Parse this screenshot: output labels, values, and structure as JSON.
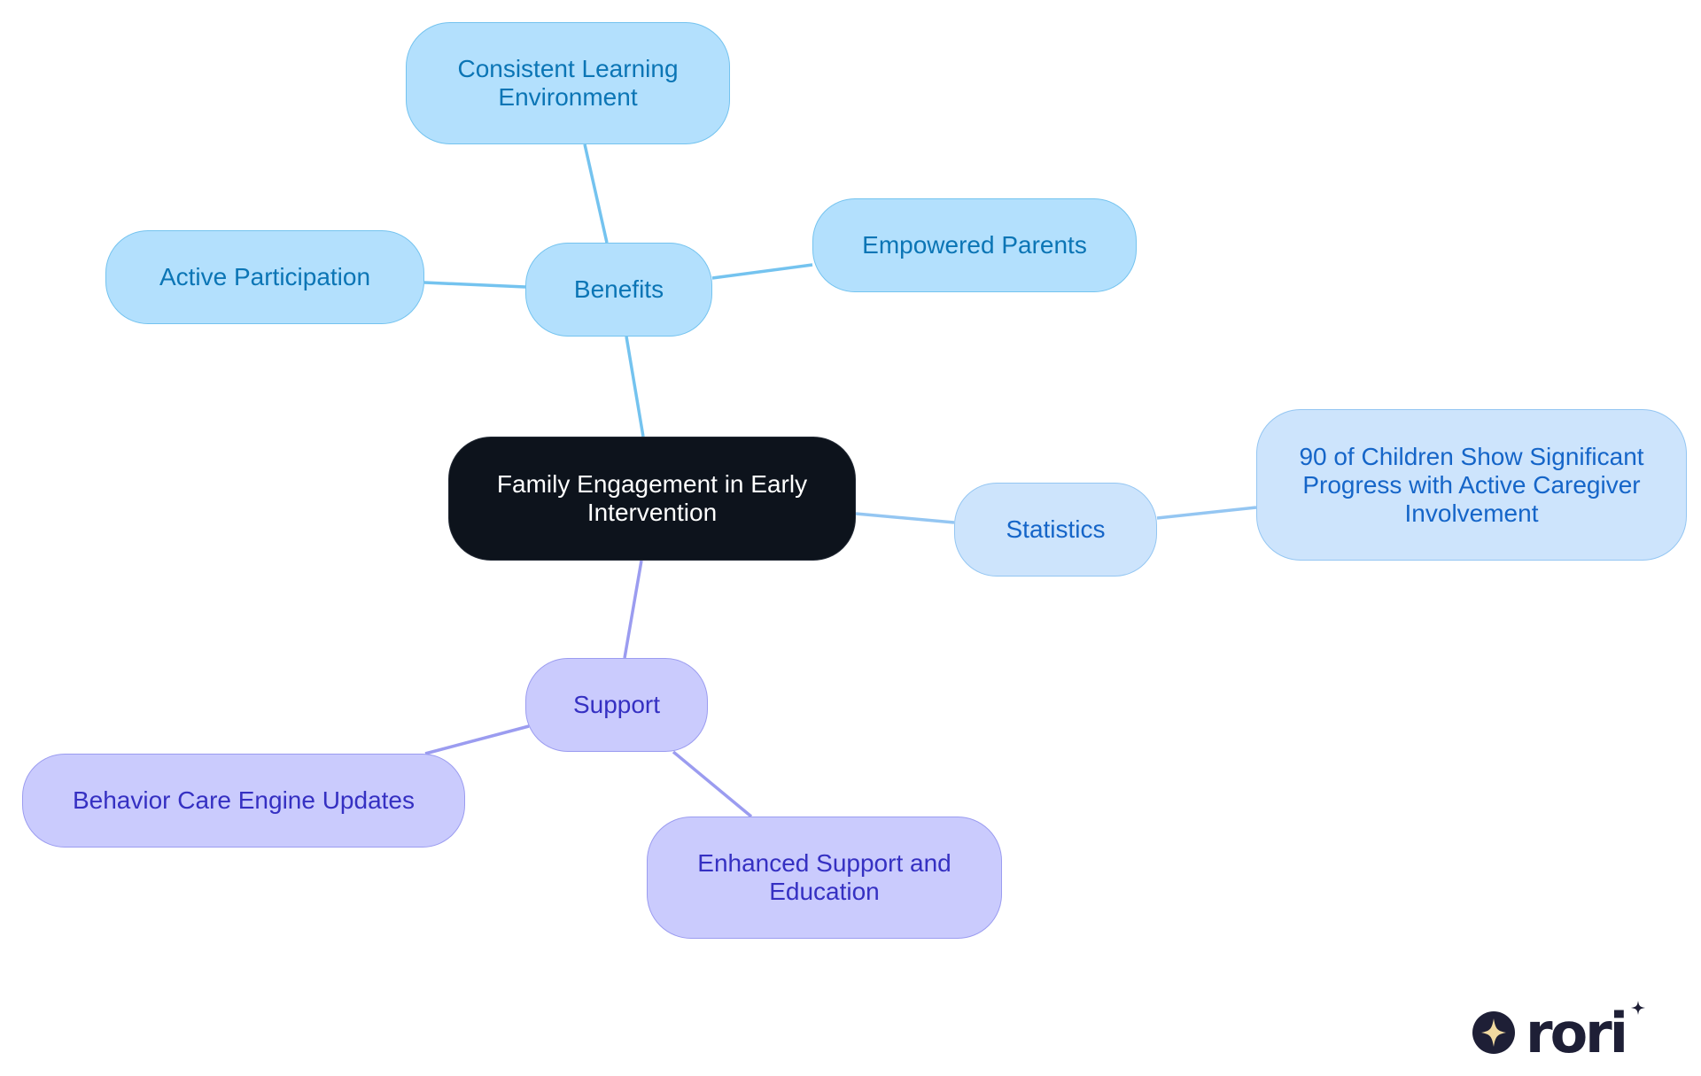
{
  "diagram": {
    "type": "mind-map",
    "root": {
      "label": "Family Engagement in Early Intervention"
    },
    "branches": [
      {
        "label": "Benefits",
        "children": [
          "Consistent Learning Environment",
          "Active Participation",
          "Empowered Parents"
        ]
      },
      {
        "label": "Statistics",
        "children": [
          "90 of Children Show Significant Progress with Active Caregiver Involvement"
        ]
      },
      {
        "label": "Support",
        "children": [
          "Behavior Care Engine Updates",
          "Enhanced Support and Education"
        ]
      }
    ],
    "colors": {
      "root_fill": "#0d131c",
      "root_text": "#ffffff",
      "benefits_fill": "#b3e0fd",
      "benefits_stroke": "#74c3ef",
      "benefits_text": "#0b75b5",
      "statistics_fill": "#cde4fc",
      "statistics_stroke": "#94c6f2",
      "statistics_text": "#1565c8",
      "support_fill": "#cacbfd",
      "support_stroke": "#9b9cf0",
      "support_text": "#3530c2"
    }
  },
  "logo": {
    "text": "rori",
    "icon": "sparkle-icon"
  }
}
